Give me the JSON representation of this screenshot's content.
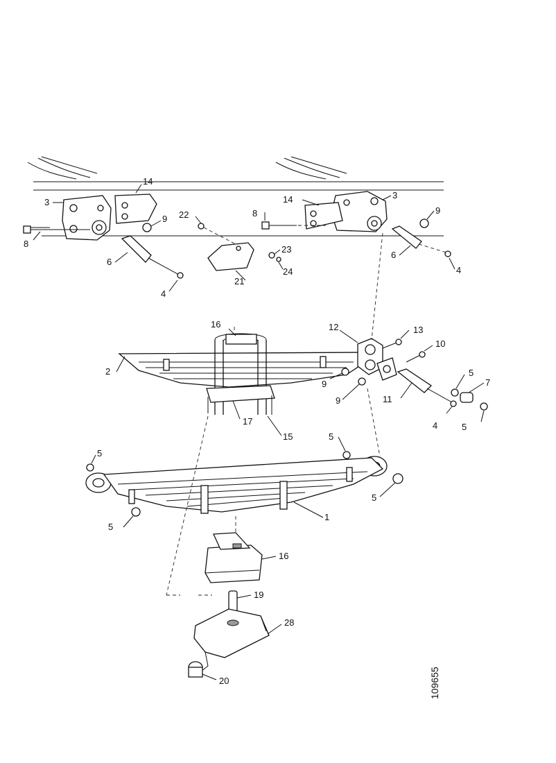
{
  "diagram": {
    "reference_code": "109655",
    "callouts": {
      "c1": "1",
      "c2": "2",
      "c3a": "3",
      "c3b": "3",
      "c4a": "4",
      "c4b": "4",
      "c4c": "4",
      "c5a": "5",
      "c5b": "5",
      "c5c": "5",
      "c5d": "5",
      "c5e": "5",
      "c5f": "5",
      "c6a": "6",
      "c6b": "6",
      "c7": "7",
      "c8a": "8",
      "c8b": "8",
      "c9a": "9",
      "c9b": "9",
      "c9c": "9",
      "c9d": "9",
      "c10": "10",
      "c11": "11",
      "c12": "12",
      "c13": "13",
      "c14a": "14",
      "c14b": "14",
      "c15": "15",
      "c16a": "16",
      "c16b": "16",
      "c17": "17",
      "c19": "19",
      "c20": "20",
      "c21": "21",
      "c22": "22",
      "c23": "23",
      "c24": "24",
      "c28": "28"
    }
  }
}
